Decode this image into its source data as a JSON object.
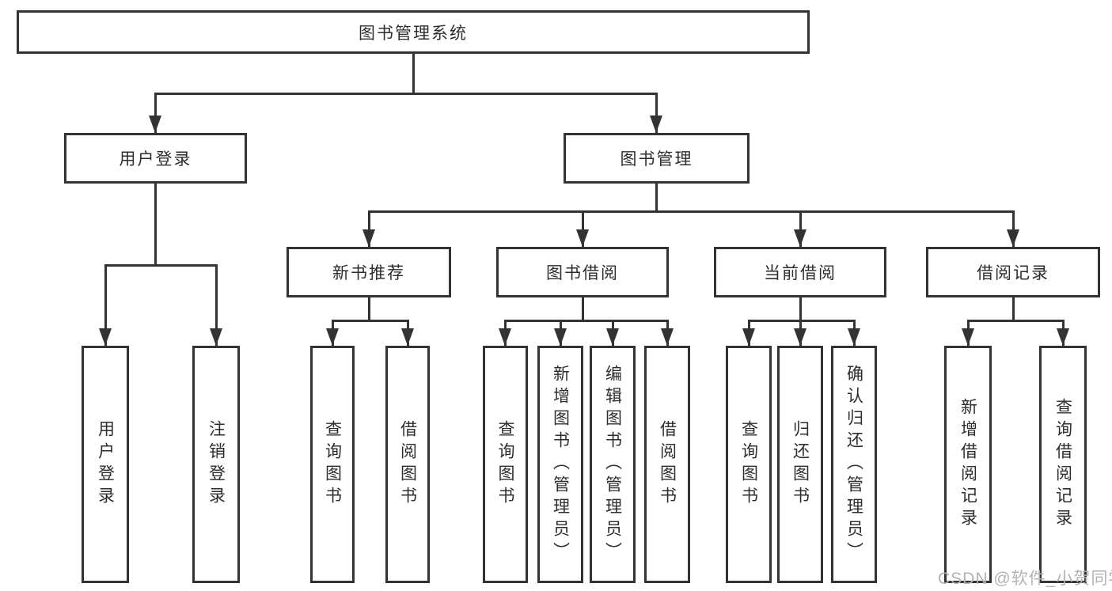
{
  "diagram": {
    "root": {
      "label": "图书管理系统"
    },
    "level2": [
      {
        "label": "用户登录",
        "children": [
          {
            "label": "用户登录"
          },
          {
            "label": "注销登录"
          }
        ]
      },
      {
        "label": "图书管理",
        "children": [
          {
            "label": "新书推荐",
            "children": [
              {
                "label": "查询图书"
              },
              {
                "label": "借阅图书"
              }
            ]
          },
          {
            "label": "图书借阅",
            "children": [
              {
                "label": "查询图书"
              },
              {
                "label": "新增图书（管理员）"
              },
              {
                "label": "编辑图书（管理员）"
              },
              {
                "label": "借阅图书"
              }
            ]
          },
          {
            "label": "当前借阅",
            "children": [
              {
                "label": "查询图书"
              },
              {
                "label": "归还图书"
              },
              {
                "label": "确认归还（管理员）"
              }
            ]
          },
          {
            "label": "借阅记录",
            "children": [
              {
                "label": "新增借阅记录"
              },
              {
                "label": "查询借阅记录"
              }
            ]
          }
        ]
      }
    ]
  },
  "watermark": {
    "text": "CSDN @软件_小贺同学"
  },
  "colors": {
    "line": "#333333",
    "text": "#2d2d2d",
    "box_background": "#ffffff",
    "watermark": "#b3b3b3"
  }
}
